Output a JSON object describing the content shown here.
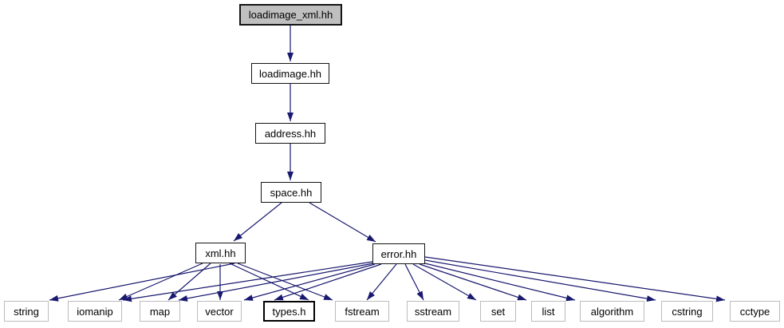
{
  "graph": {
    "nodes": {
      "loadimage_xml_hh": "loadimage_xml.hh",
      "loadimage_hh": "loadimage.hh",
      "address_hh": "address.hh",
      "space_hh": "space.hh",
      "xml_hh": "xml.hh",
      "error_hh": "error.hh",
      "string": "string",
      "iomanip": "iomanip",
      "map": "map",
      "vector": "vector",
      "types_h": "types.h",
      "fstream": "fstream",
      "sstream": "sstream",
      "set": "set",
      "list": "list",
      "algorithm": "algorithm",
      "cstring": "cstring",
      "cctype": "cctype"
    },
    "edges": [
      {
        "from": "loadimage_xml.hh",
        "to": "loadimage.hh"
      },
      {
        "from": "loadimage.hh",
        "to": "address.hh"
      },
      {
        "from": "address.hh",
        "to": "space.hh"
      },
      {
        "from": "space.hh",
        "to": "xml.hh"
      },
      {
        "from": "space.hh",
        "to": "error.hh"
      },
      {
        "from": "xml.hh",
        "to": "string"
      },
      {
        "from": "xml.hh",
        "to": "iomanip"
      },
      {
        "from": "xml.hh",
        "to": "map"
      },
      {
        "from": "xml.hh",
        "to": "vector"
      },
      {
        "from": "xml.hh",
        "to": "types.h"
      },
      {
        "from": "xml.hh",
        "to": "fstream"
      },
      {
        "from": "error.hh",
        "to": "iomanip"
      },
      {
        "from": "error.hh",
        "to": "map"
      },
      {
        "from": "error.hh",
        "to": "vector"
      },
      {
        "from": "error.hh",
        "to": "types.h"
      },
      {
        "from": "error.hh",
        "to": "fstream"
      },
      {
        "from": "error.hh",
        "to": "sstream"
      },
      {
        "from": "error.hh",
        "to": "set"
      },
      {
        "from": "error.hh",
        "to": "list"
      },
      {
        "from": "error.hh",
        "to": "algorithm"
      },
      {
        "from": "error.hh",
        "to": "cstring"
      },
      {
        "from": "error.hh",
        "to": "cctype"
      }
    ],
    "colors": {
      "edge": "#191970",
      "node_border": "#141414",
      "current_node_fill": "#bfbfbf",
      "leaf_node_border": "#bcbcbc",
      "background": "#ffffff",
      "text": "#000000"
    }
  }
}
